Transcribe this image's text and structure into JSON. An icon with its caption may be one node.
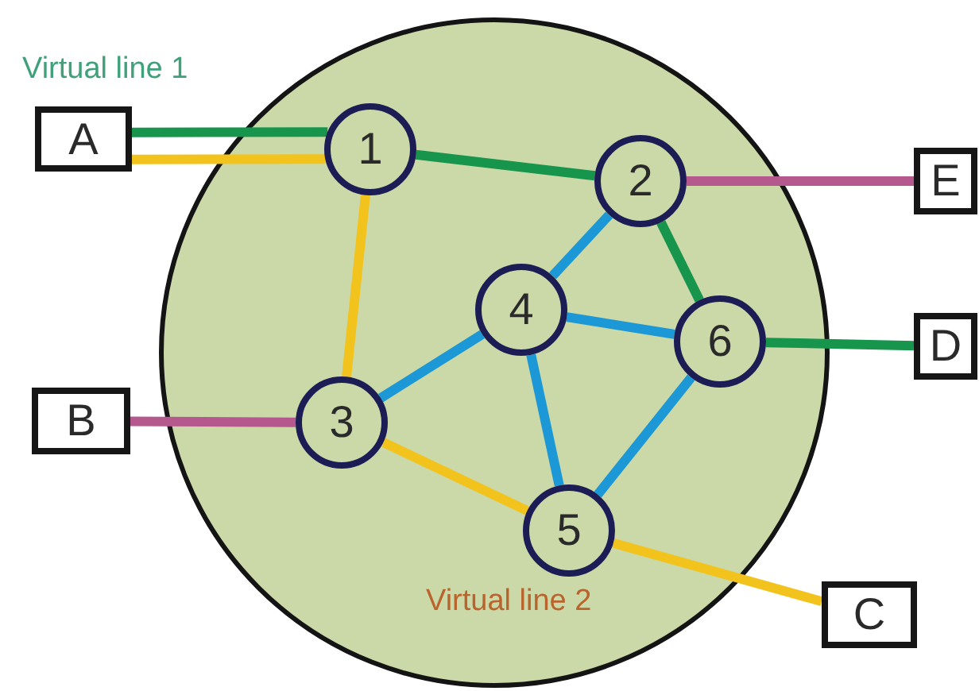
{
  "diagram": {
    "nodes": [
      {
        "text": [],
        "shape": "circle"
      },
      {
        "text": [
          "A"
        ]
      },
      {
        "text": [
          "1"
        ],
        "in": 0
      },
      {
        "text": [
          "2"
        ],
        "in": 0
      },
      {
        "text": [
          "E"
        ]
      },
      {
        "text": [
          "4"
        ],
        "in": 0
      },
      {
        "text": [
          "6"
        ],
        "in": 0
      },
      {
        "text": [
          "D"
        ]
      },
      {
        "text": [
          "B"
        ]
      },
      {
        "text": [
          "3"
        ],
        "in": 0
      },
      {
        "text": [
          "5"
        ],
        "in": 0
      },
      {
        "text": [
          "C"
        ]
      }
    ],
    "edges": [
      {
        "from": 1,
        "to": 2,
        "arrow": "none",
        "color": "#17954c"
      },
      {
        "from": 1,
        "to": 2,
        "arrow": "none",
        "color": "#f2c31d"
      },
      {
        "from": 2,
        "to": 3,
        "arrow": "none",
        "color": "#17954c"
      },
      {
        "from": 3,
        "to": 4,
        "arrow": "none",
        "color": "#b4588e"
      },
      {
        "from": 3,
        "to": 5,
        "arrow": "none"
      },
      {
        "from": 3,
        "to": 6,
        "arrow": "none",
        "color": "#17954c"
      },
      {
        "from": 5,
        "to": 6,
        "arrow": "none"
      },
      {
        "from": 6,
        "to": 7,
        "arrow": "none",
        "color": "#17954c"
      },
      {
        "from": 2,
        "to": 9,
        "arrow": "none",
        "color": "#f2c31d"
      },
      {
        "from": 8,
        "to": 9,
        "arrow": "none",
        "color": "#b4588e"
      },
      {
        "from": 5,
        "to": 9,
        "arrow": "none"
      },
      {
        "from": 5,
        "to": 10,
        "arrow": "none"
      },
      {
        "from": 6,
        "to": 10,
        "arrow": "none"
      },
      {
        "from": 9,
        "to": 10,
        "arrow": "none",
        "color": "#f2c31d"
      },
      {
        "from": 10,
        "to": 11,
        "arrow": "none",
        "color": "#f2c31d"
      }
    ],
    "labels": [
      "Virtual line 1",
      "Virtual line 2"
    ]
  }
}
